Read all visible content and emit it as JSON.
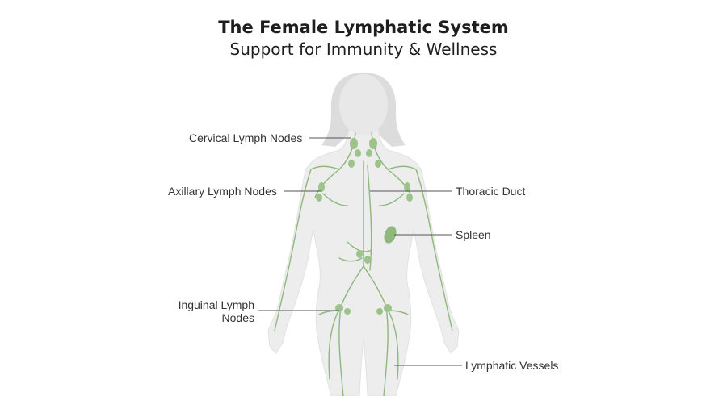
{
  "header": {
    "title": "The Female Lymphatic System",
    "subtitle": "Support for Immunity & Wellness"
  },
  "labels": {
    "cervical": "Cervical Lymph Nodes",
    "axillary": "Axillary Lymph Nodes",
    "thoracic": "Thoracic Duct",
    "spleen": "Spleen",
    "inguinal_line1": "Inguinal Lymph",
    "inguinal_line2": "Nodes",
    "vessels": "Lymphatic Vessels"
  },
  "colors": {
    "body": "#ececec",
    "hair": "#d9d9d9",
    "vessel": "#8fb87c",
    "node": "#9cc48a",
    "leader": "#555555"
  }
}
